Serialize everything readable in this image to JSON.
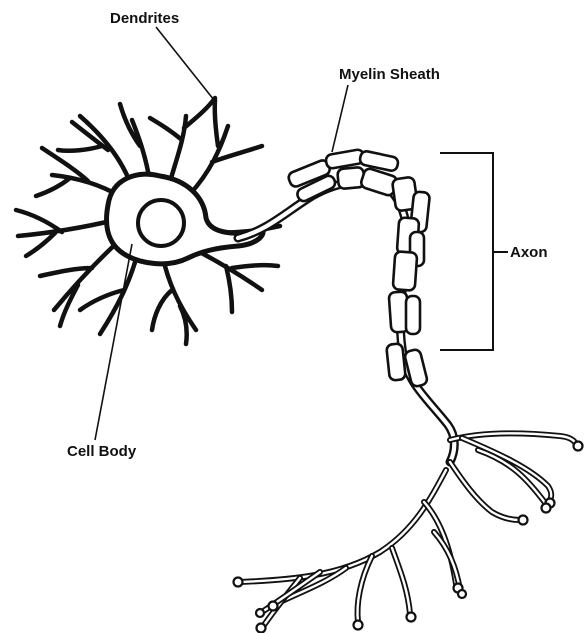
{
  "labels": {
    "dendrites": "Dendrites",
    "myelin_sheath": "Myelin Sheath",
    "axon": "Axon",
    "cell_body": "Cell Body"
  },
  "colors": {
    "ink": "#111111",
    "background": "#ffffff"
  }
}
